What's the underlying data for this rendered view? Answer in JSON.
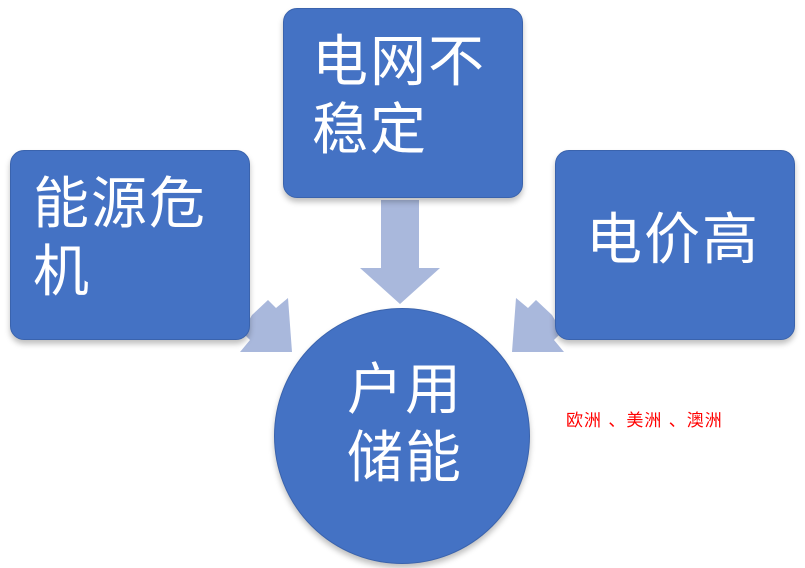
{
  "diagram": {
    "nodes": {
      "left": "能源危机",
      "top": "电网不稳定",
      "right": "电价高",
      "center": "户用储能"
    },
    "note": "欧洲 、美洲 、澳洲",
    "colors": {
      "node_fill": "#4472C4",
      "arrow_fill": "#A9B8DC",
      "note_text": "#FF0000"
    }
  }
}
